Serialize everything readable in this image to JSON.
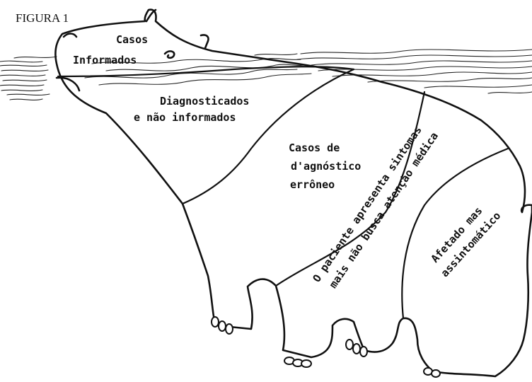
{
  "figure_label": "FIGURA 1",
  "regions": {
    "informed": [
      "Casos",
      "Informados"
    ],
    "diagnosed": [
      "Diagnosticados",
      "e não informados"
    ],
    "misdiagnosed": [
      "Casos de",
      "d'agnóstico",
      "errôneo"
    ],
    "symptomatic": [
      "O paciente apresenta sintomas",
      "mais não busca atenção médica"
    ],
    "asymptomatic": [
      "Afetado mas",
      "assintomático"
    ]
  },
  "colors": {
    "ink": "#111111",
    "paper": "#ffffff"
  }
}
